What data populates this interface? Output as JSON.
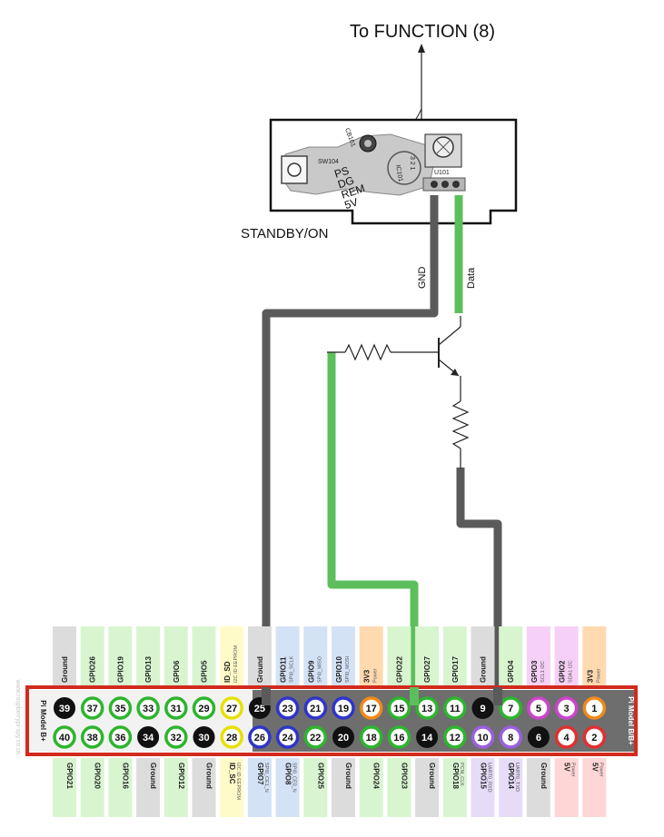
{
  "title": "To FUNCTION (8)",
  "board_label": "STANDBY/ON",
  "wire_labels": {
    "gnd": "GND",
    "data": "Data"
  },
  "pcb_labels": {
    "sw": "SW104",
    "ps": "PS",
    "dg": "DG",
    "rem": "REM",
    "v5": "5V",
    "cb": "CB101",
    "ic": "IC101",
    "u": "U101",
    "nums": "3 2 1"
  },
  "header_label_left": "Pi Model B+",
  "header_label_right": "Pi Model B/B+",
  "watermark": "www.raspberrypi-spy.co.uk",
  "colors": {
    "header_bg": "#6e6e6e",
    "header_left": "#f2f2f2",
    "header_border": "#d22a1d",
    "wire_gray": "#5a5a5a",
    "wire_green": "#5cbf5c",
    "gpio": "#2db52d",
    "ground": "#111111",
    "power5v": "#e03030",
    "power3v3": "#f08a1a",
    "i2c": "#cc44cc",
    "id": "#e8e000",
    "spi": "#2f35c8",
    "uart": "#9a5fe0"
  },
  "top_row": [
    {
      "num": "39",
      "name": "Ground",
      "sub": "",
      "type": "ground"
    },
    {
      "num": "37",
      "name": "GPIO26",
      "sub": "",
      "type": "gpio"
    },
    {
      "num": "35",
      "name": "GPIO19",
      "sub": "",
      "type": "gpio"
    },
    {
      "num": "33",
      "name": "GPIO13",
      "sub": "",
      "type": "gpio"
    },
    {
      "num": "31",
      "name": "GPIO6",
      "sub": "",
      "type": "gpio"
    },
    {
      "num": "29",
      "name": "GPIO5",
      "sub": "",
      "type": "gpio"
    },
    {
      "num": "27",
      "name": "ID_SD",
      "sub": "I2C ID EEPROM",
      "type": "id"
    },
    {
      "num": "25",
      "name": "Ground",
      "sub": "",
      "type": "ground"
    },
    {
      "num": "23",
      "name": "GPIO11",
      "sub": "SPI0_SCLK",
      "type": "spi"
    },
    {
      "num": "21",
      "name": "GPIO9",
      "sub": "SPI0_MISO",
      "type": "spi"
    },
    {
      "num": "19",
      "name": "GPIO10",
      "sub": "SPI0_MOSI",
      "type": "spi"
    },
    {
      "num": "17",
      "name": "3V3",
      "sub": "Power",
      "type": "power3v3"
    },
    {
      "num": "15",
      "name": "GPIO22",
      "sub": "",
      "type": "gpio"
    },
    {
      "num": "13",
      "name": "GPIO27",
      "sub": "",
      "type": "gpio"
    },
    {
      "num": "11",
      "name": "GPIO17",
      "sub": "",
      "type": "gpio"
    },
    {
      "num": "9",
      "name": "Ground",
      "sub": "",
      "type": "ground"
    },
    {
      "num": "7",
      "name": "GPIO4",
      "sub": "",
      "type": "gpio"
    },
    {
      "num": "5",
      "name": "GPIO3",
      "sub": "SCL1 I2C",
      "type": "i2c"
    },
    {
      "num": "3",
      "name": "GPIO2",
      "sub": "SDA1 I2C",
      "type": "i2c"
    },
    {
      "num": "1",
      "name": "3V3",
      "sub": "Power",
      "type": "power3v3"
    }
  ],
  "bottom_row": [
    {
      "num": "40",
      "name": "GPIO21",
      "sub": "",
      "type": "gpio"
    },
    {
      "num": "38",
      "name": "GPIO20",
      "sub": "",
      "type": "gpio"
    },
    {
      "num": "36",
      "name": "GPIO16",
      "sub": "",
      "type": "gpio"
    },
    {
      "num": "34",
      "name": "Ground",
      "sub": "",
      "type": "ground"
    },
    {
      "num": "32",
      "name": "GPIO12",
      "sub": "",
      "type": "gpio"
    },
    {
      "num": "30",
      "name": "Ground",
      "sub": "",
      "type": "ground"
    },
    {
      "num": "28",
      "name": "ID_SC",
      "sub": "I2C ID EEPROM",
      "type": "id"
    },
    {
      "num": "26",
      "name": "GPIO7",
      "sub": "SPI0_CE1_N",
      "type": "spi"
    },
    {
      "num": "24",
      "name": "GPIO8",
      "sub": "SPI0_CE0_N",
      "type": "spi"
    },
    {
      "num": "22",
      "name": "GPIO25",
      "sub": "",
      "type": "gpio"
    },
    {
      "num": "20",
      "name": "Ground",
      "sub": "",
      "type": "ground"
    },
    {
      "num": "18",
      "name": "GPIO24",
      "sub": "",
      "type": "gpio"
    },
    {
      "num": "16",
      "name": "GPIO23",
      "sub": "",
      "type": "gpio"
    },
    {
      "num": "14",
      "name": "Ground",
      "sub": "",
      "type": "ground"
    },
    {
      "num": "12",
      "name": "GPIO18",
      "sub": "PCM_CLK",
      "type": "gpio"
    },
    {
      "num": "10",
      "name": "GPIO15",
      "sub": "UART0_RXD",
      "type": "uart"
    },
    {
      "num": "8",
      "name": "GPIO14",
      "sub": "UART0_TXD",
      "type": "uart"
    },
    {
      "num": "6",
      "name": "Ground",
      "sub": "",
      "type": "ground"
    },
    {
      "num": "4",
      "name": "5V",
      "sub": "Power",
      "type": "power5v"
    },
    {
      "num": "2",
      "name": "5V",
      "sub": "Power",
      "type": "power5v"
    }
  ]
}
